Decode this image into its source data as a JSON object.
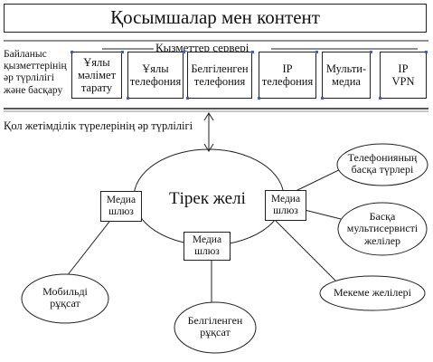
{
  "title": "Қосымшалар мен контент",
  "service_server_label": "Қызметтер сервері",
  "left_label": {
    "line1": "Байланыс",
    "line2": "қызметтерінің",
    "line3": "әр түрлілігі",
    "line4": "және басқару"
  },
  "services": [
    {
      "line1": "Ұялы",
      "line2": "мәлімет",
      "line3": "тарату"
    },
    {
      "line1": "Ұялы",
      "line2": "телефония",
      "line3": ""
    },
    {
      "line1": "Белгіленген",
      "line2": "телефония",
      "line3": ""
    },
    {
      "line1": "IP",
      "line2": "телефония",
      "line3": ""
    },
    {
      "line1": "Мульти-",
      "line2": "медиа",
      "line3": ""
    },
    {
      "line1": "IP",
      "line2": "VPN",
      "line3": ""
    }
  ],
  "access_label": "Қол жетімділік түрелерінің әр түрлілігі",
  "core_network": "Тірек желі",
  "gateways": [
    {
      "line1": "Медиа",
      "line2": "шлюз"
    },
    {
      "line1": "Медиа",
      "line2": "шлюз"
    },
    {
      "line1": "Медиа",
      "line2": "шлюз"
    }
  ],
  "endpoints": {
    "other_telephony": {
      "line1": "Телефонияның",
      "line2": "басқа түрлері"
    },
    "other_multiservice": {
      "line1": "Басқа",
      "line2": "мультисервисті",
      "line3": "желілер"
    },
    "enterprise": {
      "line1": "Мекеме желілері"
    },
    "fixed_access": {
      "line1": "Белгіленген",
      "line2": "рұқсат"
    },
    "mobile_access": {
      "line1": "Мобильді",
      "line2": "рұқсат"
    }
  }
}
